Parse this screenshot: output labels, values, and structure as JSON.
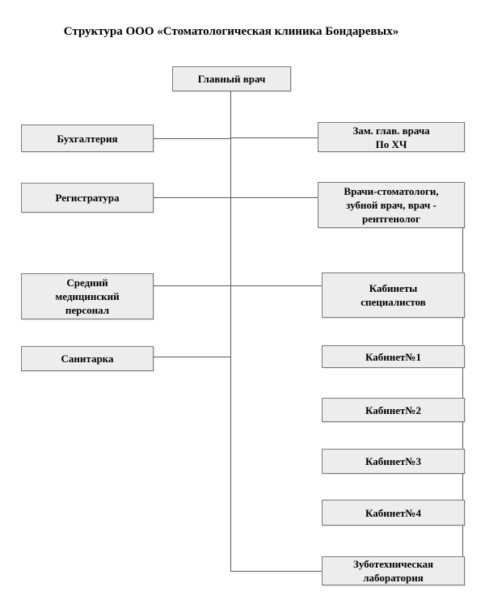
{
  "title": "Структура ООО «Стоматологическая клиника Бондаревых»",
  "colors": {
    "bg": "#ffffff",
    "box-fill": "#ededed",
    "box-border": "#7a7a7a",
    "line": "#5a5a5a",
    "text": "#000000"
  },
  "nodes": [
    {
      "id": "chief-doctor",
      "label": "Главный врач"
    },
    {
      "id": "accounting",
      "label": "Бухгалтерия"
    },
    {
      "id": "registry",
      "label": "Регистратура"
    },
    {
      "id": "mid-medical-staff",
      "label": "Средний\nмедицинский\nперсонал"
    },
    {
      "id": "orderly",
      "label": "Санитарка"
    },
    {
      "id": "deputy-chief",
      "label": "Зам. глав. врача\nПо ХЧ"
    },
    {
      "id": "dentists",
      "label": "Врачи-стоматологи,\nзубной врач, врач -\nрентгенолог"
    },
    {
      "id": "specialist-rooms",
      "label": "Кабинеты\nспециалистов"
    },
    {
      "id": "room-1",
      "label": "Кабинет№1"
    },
    {
      "id": "room-2",
      "label": "Кабинет№2"
    },
    {
      "id": "room-3",
      "label": "Кабинет№3"
    },
    {
      "id": "room-4",
      "label": "Кабинет№4"
    },
    {
      "id": "dental-lab",
      "label": "Зуботехническая\nлаборатория"
    }
  ],
  "edges": [
    [
      "chief-doctor",
      "accounting"
    ],
    [
      "chief-doctor",
      "deputy-chief"
    ],
    [
      "chief-doctor",
      "registry"
    ],
    [
      "chief-doctor",
      "dentists"
    ],
    [
      "chief-doctor",
      "mid-medical-staff"
    ],
    [
      "chief-doctor",
      "specialist-rooms"
    ],
    [
      "chief-doctor",
      "orderly"
    ],
    [
      "chief-doctor",
      "dental-lab"
    ],
    [
      "dentists",
      "specialist-rooms"
    ],
    [
      "specialist-rooms",
      "room-1"
    ],
    [
      "room-1",
      "room-2"
    ],
    [
      "room-2",
      "room-3"
    ],
    [
      "room-3",
      "room-4"
    ],
    [
      "room-4",
      "dental-lab"
    ]
  ]
}
